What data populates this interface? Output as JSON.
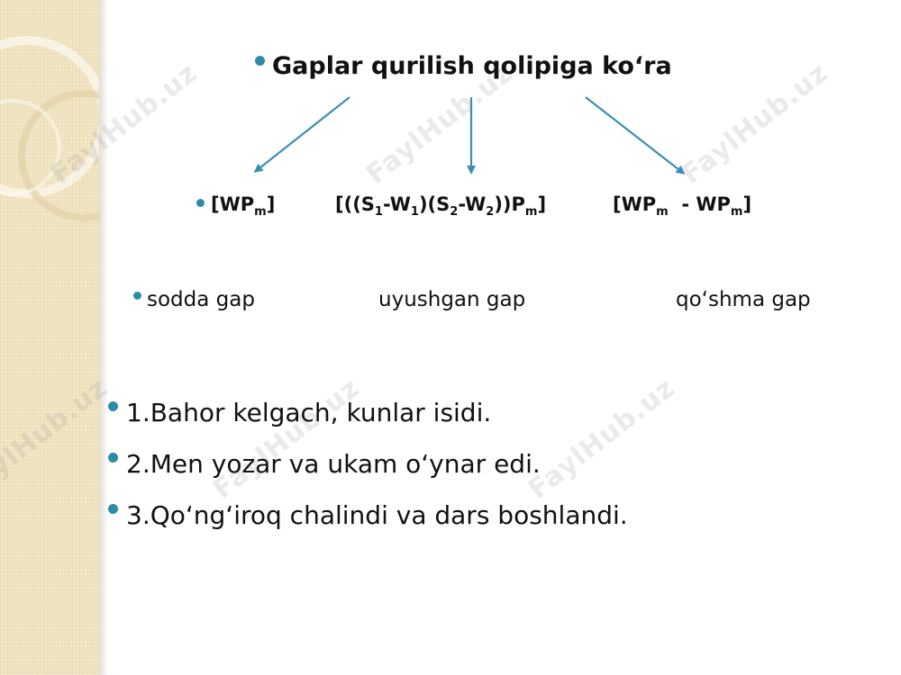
{
  "slide": {
    "heading": "Gaplar qurilish qolipiga ko‘ra",
    "watermark": "FaylHub.uz",
    "formulas": {
      "simple": {
        "open": "[WP",
        "sub": "m",
        "close": "]"
      },
      "coordinated": {
        "p1": "[((S",
        "s1": "1",
        "p2": "-W",
        "s2": "1",
        "p3": ")(S",
        "s3": "2",
        "p4": "-W",
        "s4": "2",
        "p5": "))P",
        "s5": "m",
        "p6": "]"
      },
      "compound": {
        "p1": "[WP",
        "s1": "m",
        "p2": "  - WP",
        "s2": "m",
        "p3": "]"
      }
    },
    "types": {
      "simple": "sodda gap",
      "coordinated": "uyushgan gap",
      "compound": "qo‘shma gap"
    },
    "examples": [
      "1.Bahor kelgach, kunlar isidi.",
      "2.Men yozar va ukam o‘ynar edi.",
      "3.Qo‘ng‘iroq chalindi va dars boshlandi."
    ],
    "colors": {
      "bullet": "#2e8ba6",
      "arrow": "#3a8fb0",
      "sidebar": "#f0e4c0",
      "text": "#111111"
    }
  }
}
